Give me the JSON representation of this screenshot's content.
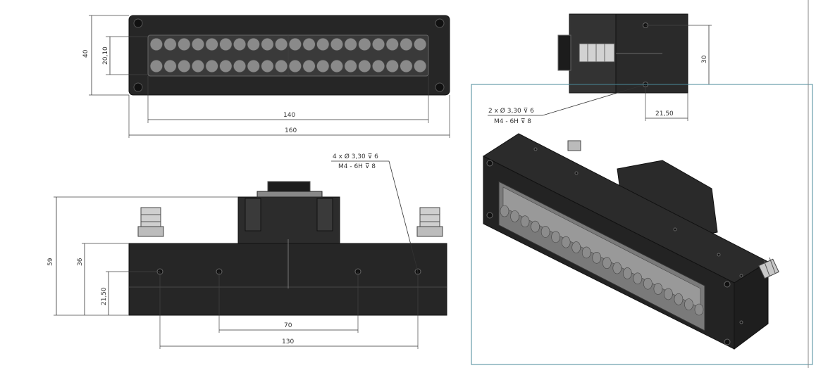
{
  "top_view": {
    "dim_width_total": "160",
    "dim_led_length": "140",
    "dim_height": "40",
    "dim_led_pitch": "20,10",
    "led_rows": 2,
    "leds_per_row": 20
  },
  "front_view": {
    "dim_total_height": "59",
    "dim_body_height": "36",
    "dim_hole_height": "21,50",
    "dim_hole_spacing_inner": "70",
    "dim_hole_spacing_outer": "130",
    "callout_line1": "4 x Ø 3,30 ⊽ 6",
    "callout_line2": "M4 - 6H ⊽ 8"
  },
  "side_view": {
    "dim_height": "30",
    "dim_offset": "21,50",
    "callout_line1": "2 x Ø 3,30 ⊽ 6",
    "callout_line2": "M4 - 6H ⊽ 8"
  },
  "colors": {
    "body": "#2a2a2a",
    "edge": "#111111",
    "led": "#8a8a8a",
    "frame": "#4a8a9a"
  }
}
